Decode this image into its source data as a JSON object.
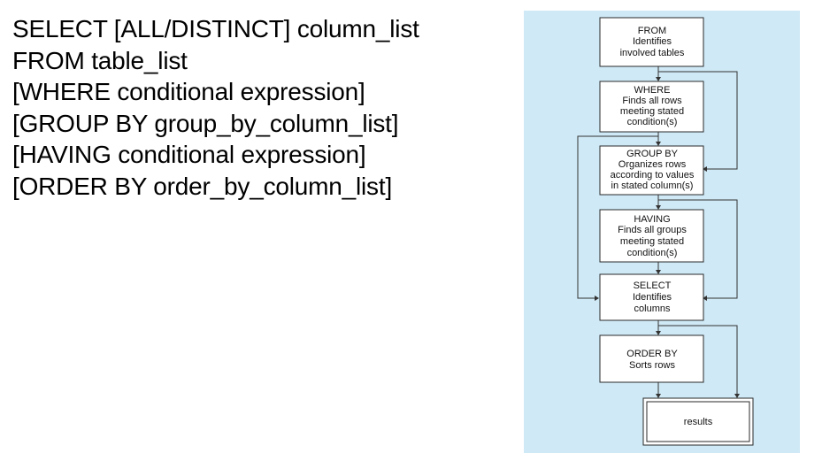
{
  "syntax": {
    "lines": [
      "SELECT [ALL/DISTINCT] column_list",
      "FROM table_list",
      "[WHERE conditional expression]",
      "[GROUP BY group_by_column_list]",
      "[HAVING conditional expression]",
      "[ORDER BY order_by_column_list]"
    ]
  },
  "diagram": {
    "background_color": "#cfe9f6",
    "from": {
      "title": "FROM",
      "lines": [
        "Identifies",
        "involved tables"
      ]
    },
    "where": {
      "title": "WHERE",
      "lines": [
        "Finds all rows",
        "meeting stated",
        "condition(s)"
      ]
    },
    "group_by": {
      "title": "GROUP BY",
      "lines": [
        "Organizes rows",
        "according to values",
        "in stated column(s)"
      ]
    },
    "having": {
      "title": "HAVING",
      "lines": [
        "Finds all groups",
        "meeting stated",
        "condition(s)"
      ]
    },
    "select": {
      "title": "SELECT",
      "lines": [
        "Identifies",
        "columns"
      ]
    },
    "order_by": {
      "title": "ORDER BY",
      "lines": [
        "Sorts rows"
      ]
    },
    "results": {
      "title": "results"
    }
  }
}
